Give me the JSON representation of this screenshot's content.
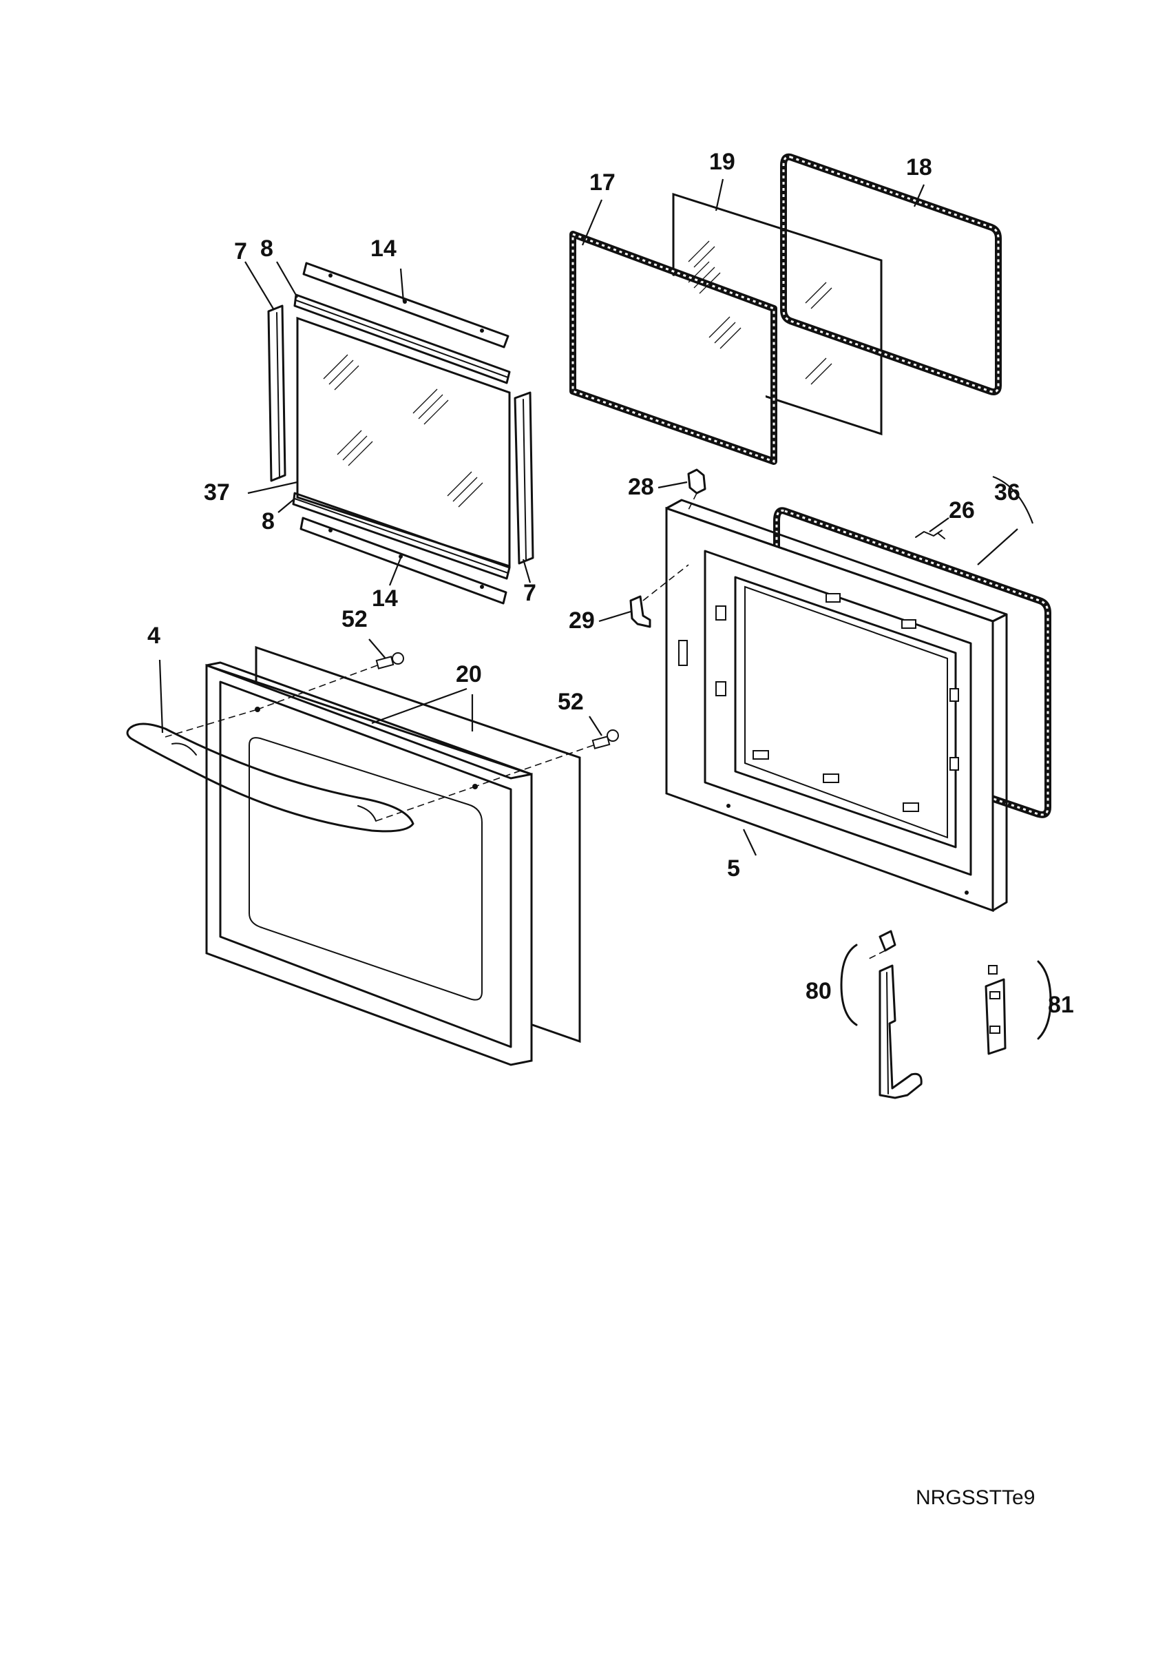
{
  "diagram": {
    "callouts": {
      "c4": "4",
      "c5": "5",
      "c7a": "7",
      "c7b": "7",
      "c8a": "8",
      "c8b": "8",
      "c14a": "14",
      "c14b": "14",
      "c17": "17",
      "c18": "18",
      "c19": "19",
      "c20": "20",
      "c26": "26",
      "c28": "28",
      "c29": "29",
      "c36": "36",
      "c37": "37",
      "c52a": "52",
      "c52b": "52",
      "c80": "80",
      "c81": "81"
    },
    "drawing_code": "NRGSSTTe9"
  }
}
